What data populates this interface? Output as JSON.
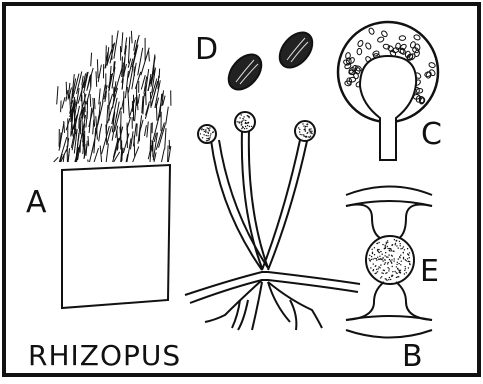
{
  "labels": {
    "a": "A",
    "b": "B",
    "c": "C",
    "d": "D",
    "e": "E",
    "title": "RHIZOPUS"
  },
  "colors": {
    "ink": "#111111",
    "paper": "#ffffff"
  }
}
